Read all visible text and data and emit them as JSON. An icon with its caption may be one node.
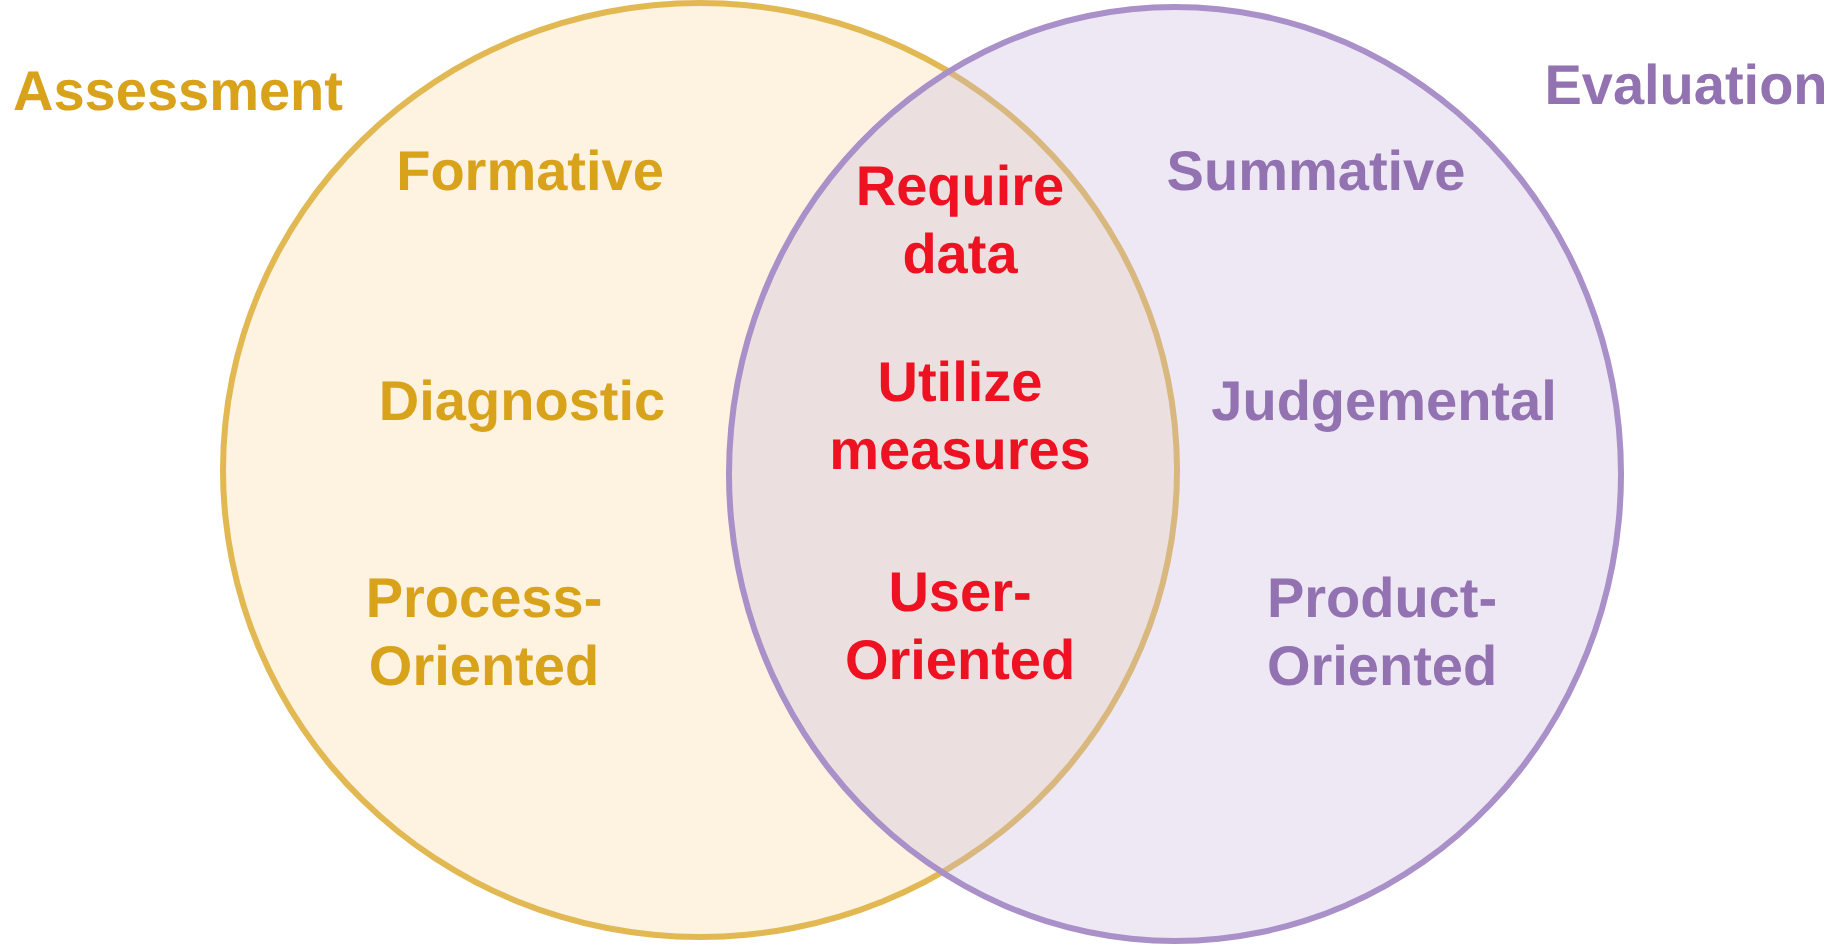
{
  "diagram": {
    "nodes": [
      {
        "text": [
          "Assessment",
          "Formative",
          "Diagnostic",
          "Process-Oriented"
        ]
      },
      {
        "text": [
          "Evaluation",
          "Summative",
          "Judgemental",
          "Product-Oriented"
        ]
      }
    ],
    "labels": [
      "Require data",
      "Utilize measures",
      "User-Oriented"
    ]
  }
}
